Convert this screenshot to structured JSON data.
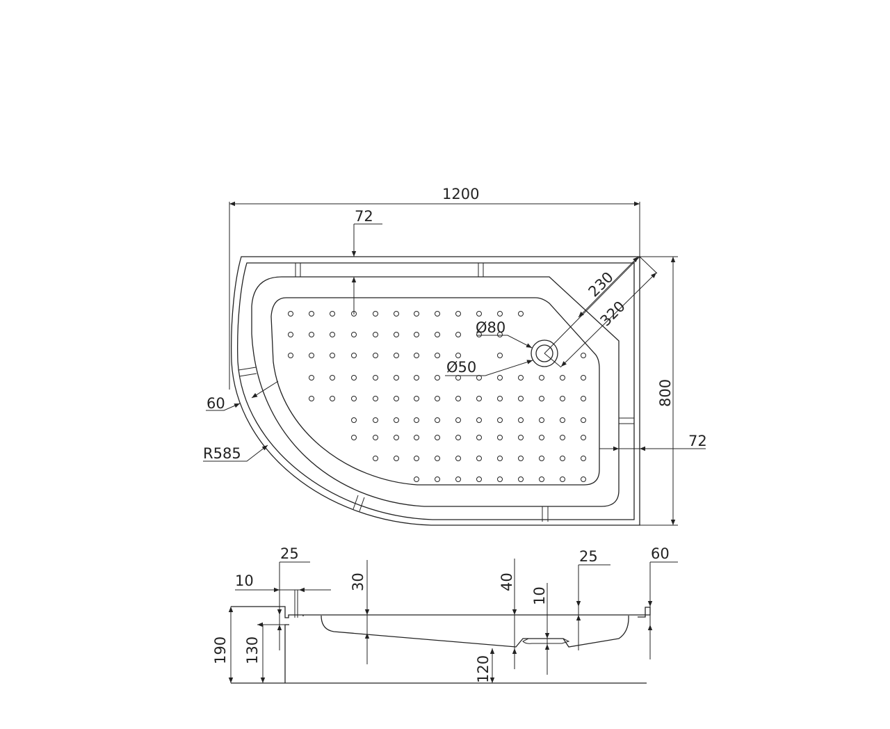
{
  "plan_view": {
    "width": "1200",
    "depth": "800",
    "top_rim": "72",
    "right_rim": "72",
    "corner_short": "230",
    "corner_long": "320",
    "outer_drain": "Ø80",
    "inner_drain": "Ø50",
    "radius_rim": "60",
    "radius": "R585"
  },
  "section_view": {
    "total_height": "190",
    "body_height": "130",
    "foot_height": "120",
    "lip_10": "10",
    "lip_25_left": "25",
    "depth_30": "30",
    "depth_40": "40",
    "drain_10": "10",
    "lip_25_right": "25",
    "lip_60": "60"
  }
}
